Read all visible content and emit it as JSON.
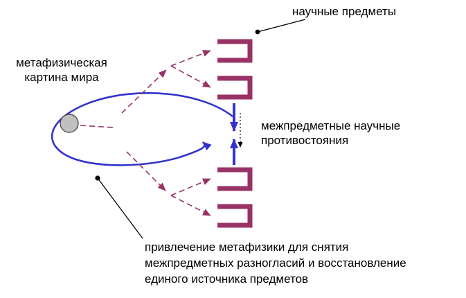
{
  "labels": {
    "subjects": "научные предметы",
    "metaphysical": "метафизическая\nкартина мира",
    "confrontations": "межпредметные научные\nпротивостояния",
    "bottom": "привлечение метафизики для снятия\nмежпредметных разногласий и восстановление\nединого источника предметов"
  },
  "colors": {
    "plum": "#993366",
    "blue": "#3333CC",
    "gray": "#C0C0C0",
    "ink": "#000000",
    "bg": "#FFFFFF"
  }
}
